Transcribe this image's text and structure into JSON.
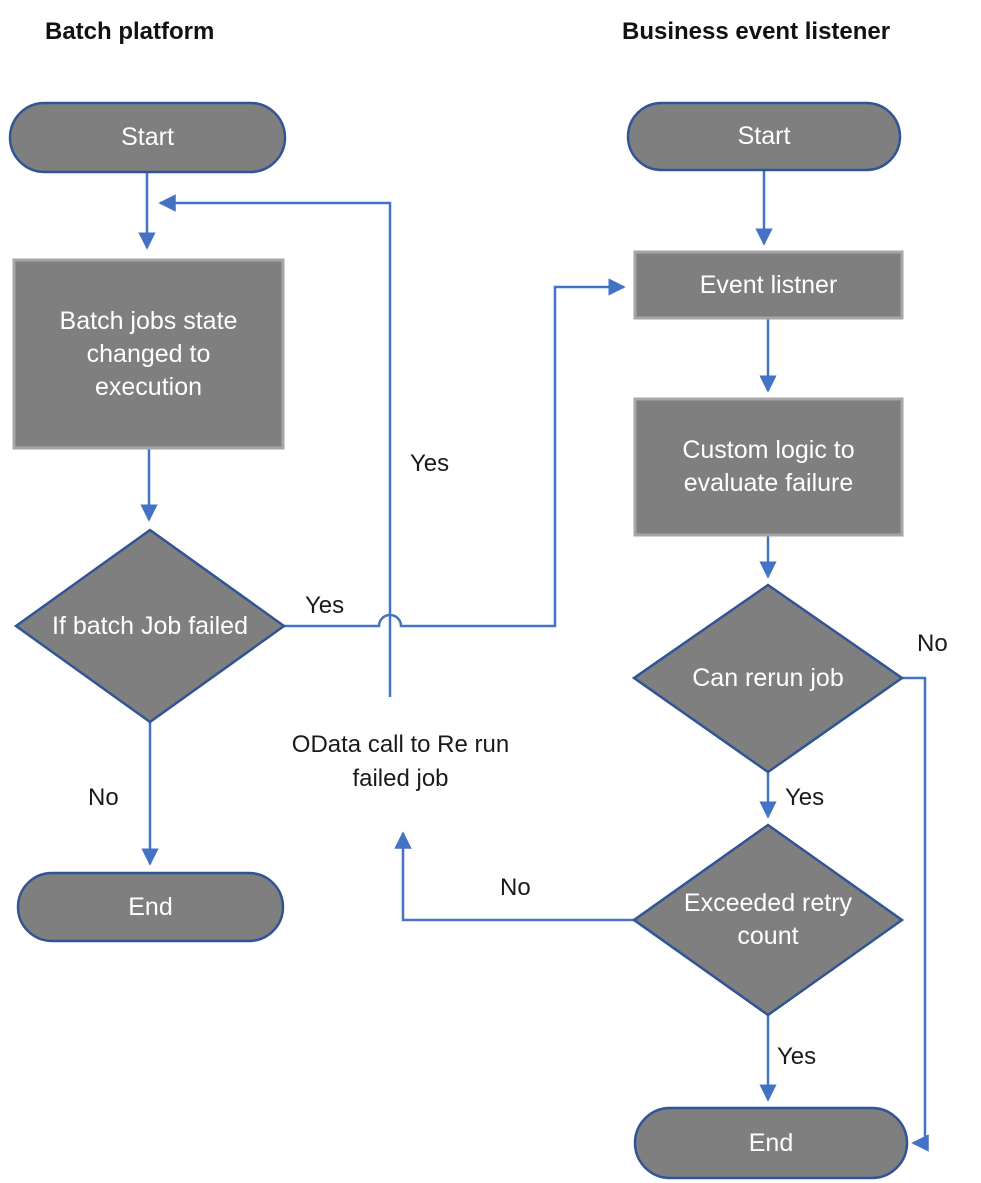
{
  "titles": {
    "left_column": "Batch platform",
    "right_column": "Business event listener"
  },
  "nodes": {
    "left_start": "Start",
    "left_process": "Batch jobs state changed to execution",
    "left_decision": "If batch Job failed",
    "left_end": "End",
    "right_start": "Start",
    "event_listener": "Event listner",
    "custom_logic": "Custom logic to evaluate failure",
    "can_rerun": "Can rerun job",
    "exceeded_retry": "Exceeded retry count",
    "right_end": "End"
  },
  "edge_labels": {
    "left_decision_yes": "Yes",
    "loop_return_yes": "Yes",
    "left_decision_no": "No",
    "can_rerun_no": "No",
    "can_rerun_yes": "Yes",
    "exceeded_no": "No",
    "exceeded_yes": "Yes"
  },
  "annotations": {
    "odata_note": "OData call to Re run failed job"
  },
  "colors": {
    "shape_fill": "#7f7f7f",
    "shape_border_blue": "#2f5597",
    "rect_border": "#a6a6a6",
    "connector": "#4472c4",
    "shape_text": "#ffffff",
    "label_text": "#1a1a1a"
  }
}
